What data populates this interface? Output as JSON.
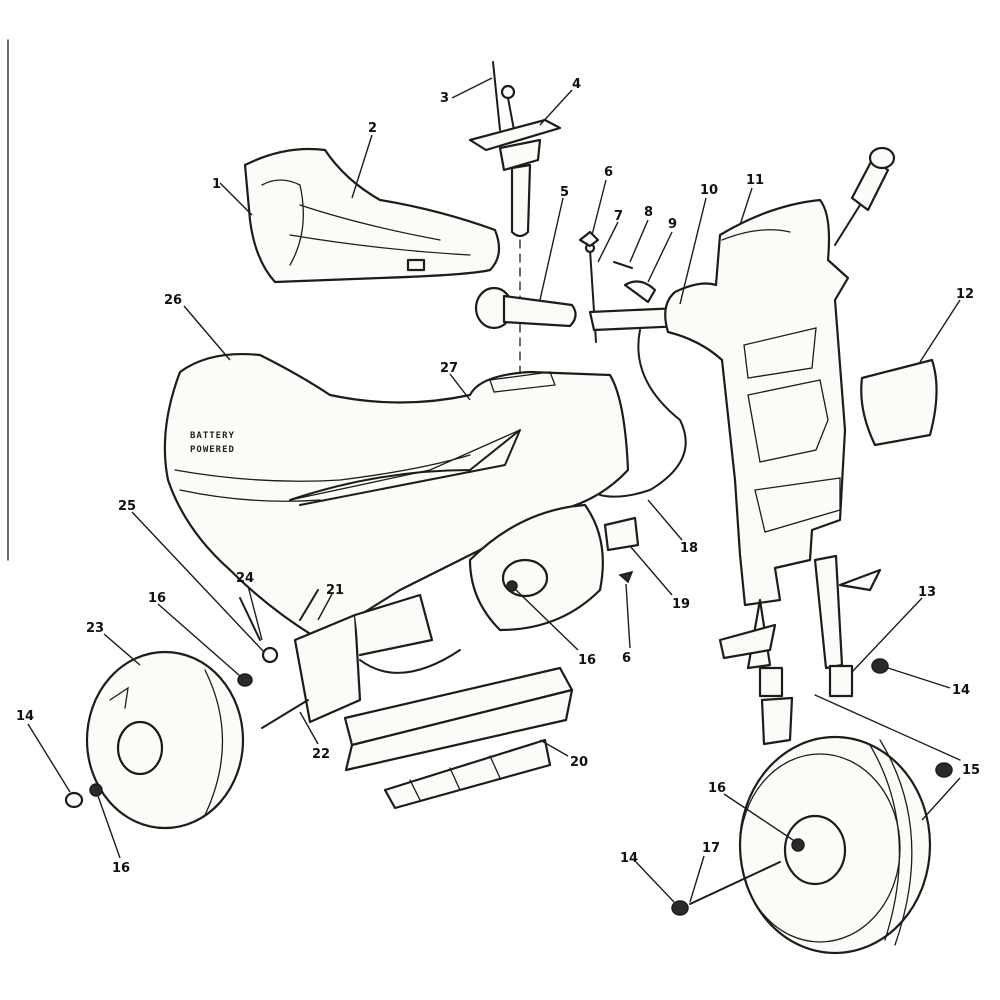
{
  "callouts": [
    {
      "id": "c1",
      "text": "1"
    },
    {
      "id": "c2",
      "text": "2"
    },
    {
      "id": "c3",
      "text": "3"
    },
    {
      "id": "c4",
      "text": "4"
    },
    {
      "id": "c5",
      "text": "5"
    },
    {
      "id": "c6a",
      "text": "6"
    },
    {
      "id": "c7",
      "text": "7"
    },
    {
      "id": "c8",
      "text": "8"
    },
    {
      "id": "c9",
      "text": "9"
    },
    {
      "id": "c10",
      "text": "10"
    },
    {
      "id": "c11",
      "text": "11"
    },
    {
      "id": "c12",
      "text": "12"
    },
    {
      "id": "c13",
      "text": "13"
    },
    {
      "id": "c14a",
      "text": "14"
    },
    {
      "id": "c14b",
      "text": "14"
    },
    {
      "id": "c14c",
      "text": "14"
    },
    {
      "id": "c15",
      "text": "15"
    },
    {
      "id": "c16a",
      "text": "16"
    },
    {
      "id": "c16b",
      "text": "16"
    },
    {
      "id": "c16c",
      "text": "16"
    },
    {
      "id": "c16d",
      "text": "16"
    },
    {
      "id": "c17",
      "text": "17"
    },
    {
      "id": "c18",
      "text": "18"
    },
    {
      "id": "c19",
      "text": "19"
    },
    {
      "id": "c6b",
      "text": "6"
    },
    {
      "id": "c20",
      "text": "20"
    },
    {
      "id": "c21",
      "text": "21"
    },
    {
      "id": "c22",
      "text": "22"
    },
    {
      "id": "c23",
      "text": "23"
    },
    {
      "id": "c24",
      "text": "24"
    },
    {
      "id": "c25",
      "text": "25"
    },
    {
      "id": "c26",
      "text": "26"
    },
    {
      "id": "c27",
      "text": "27"
    }
  ],
  "body_logo": {
    "line1": "BATTERY",
    "line2": "POWERED"
  }
}
